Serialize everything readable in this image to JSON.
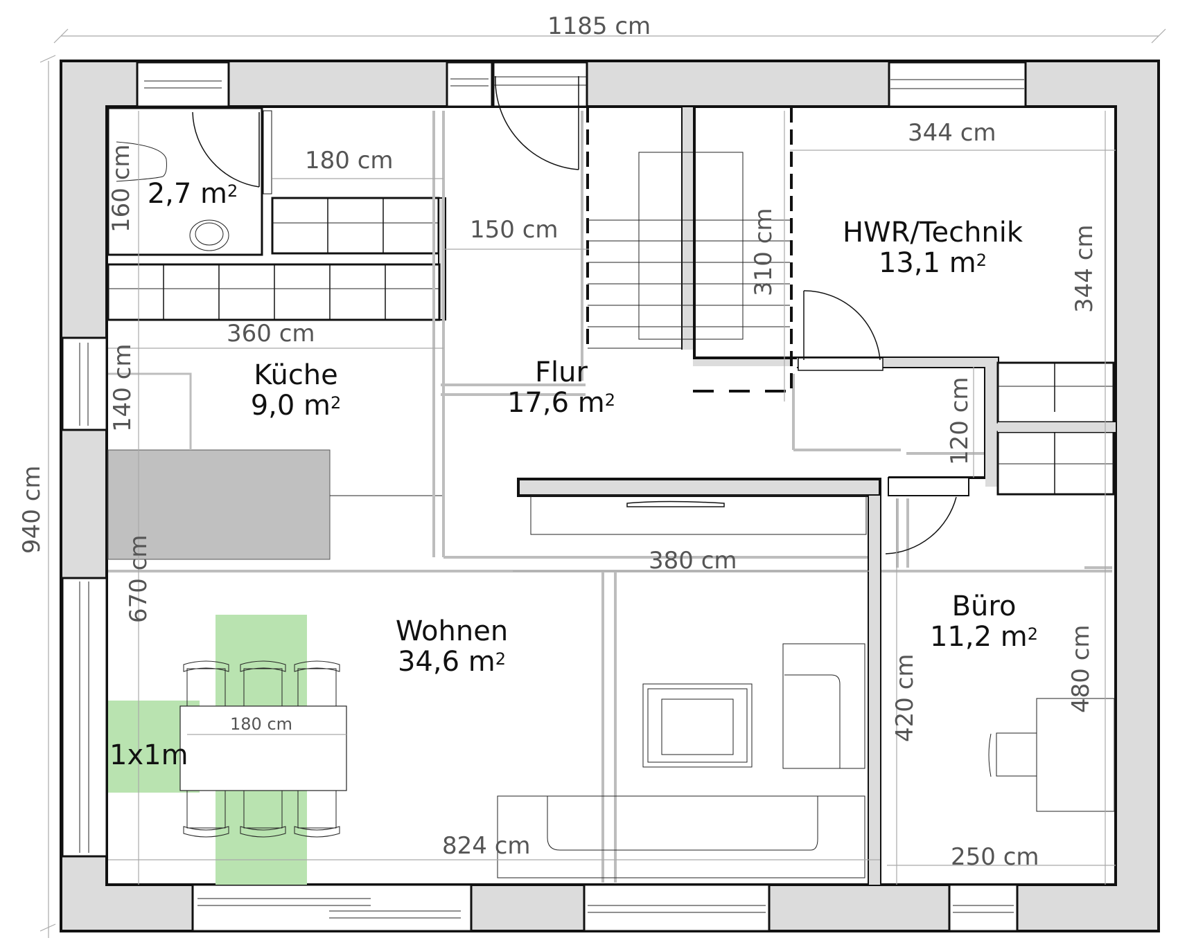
{
  "plan": {
    "overall_width": "1185 cm",
    "overall_height": "940 cm",
    "colors": {
      "wall": "#dcdcdc",
      "outline": "#111111",
      "dimension": "#555555",
      "kitchen_island": "#c0c0c0",
      "clearance_zone": "#b9e3b0"
    }
  },
  "rooms": {
    "bad": {
      "area": "2,7 m",
      "sup": "2",
      "width": "180 cm",
      "height": "160 cm"
    },
    "kueche": {
      "name": "Küche",
      "area": "9,0 m",
      "sup": "2",
      "width": "360 cm",
      "height": "140 cm"
    },
    "flur": {
      "name": "Flur",
      "area": "17,6 m",
      "sup": "2",
      "width": "150 cm",
      "stair": "310 cm",
      "depth": "120 cm"
    },
    "hwr": {
      "name": "HWR/Technik",
      "area": "13,1 m",
      "sup": "2",
      "width": "344 cm",
      "height": "344 cm"
    },
    "wohnen": {
      "name": "Wohnen",
      "area": "34,6 m",
      "sup": "2",
      "width": "824 cm",
      "height": "670 cm",
      "sofa": "380 cm",
      "table": "180 cm",
      "zone": "1x1m"
    },
    "buero": {
      "name": "Büro",
      "area": "11,2 m",
      "sup": "2",
      "width": "250 cm",
      "height1": "420 cm",
      "height2": "480 cm"
    }
  }
}
